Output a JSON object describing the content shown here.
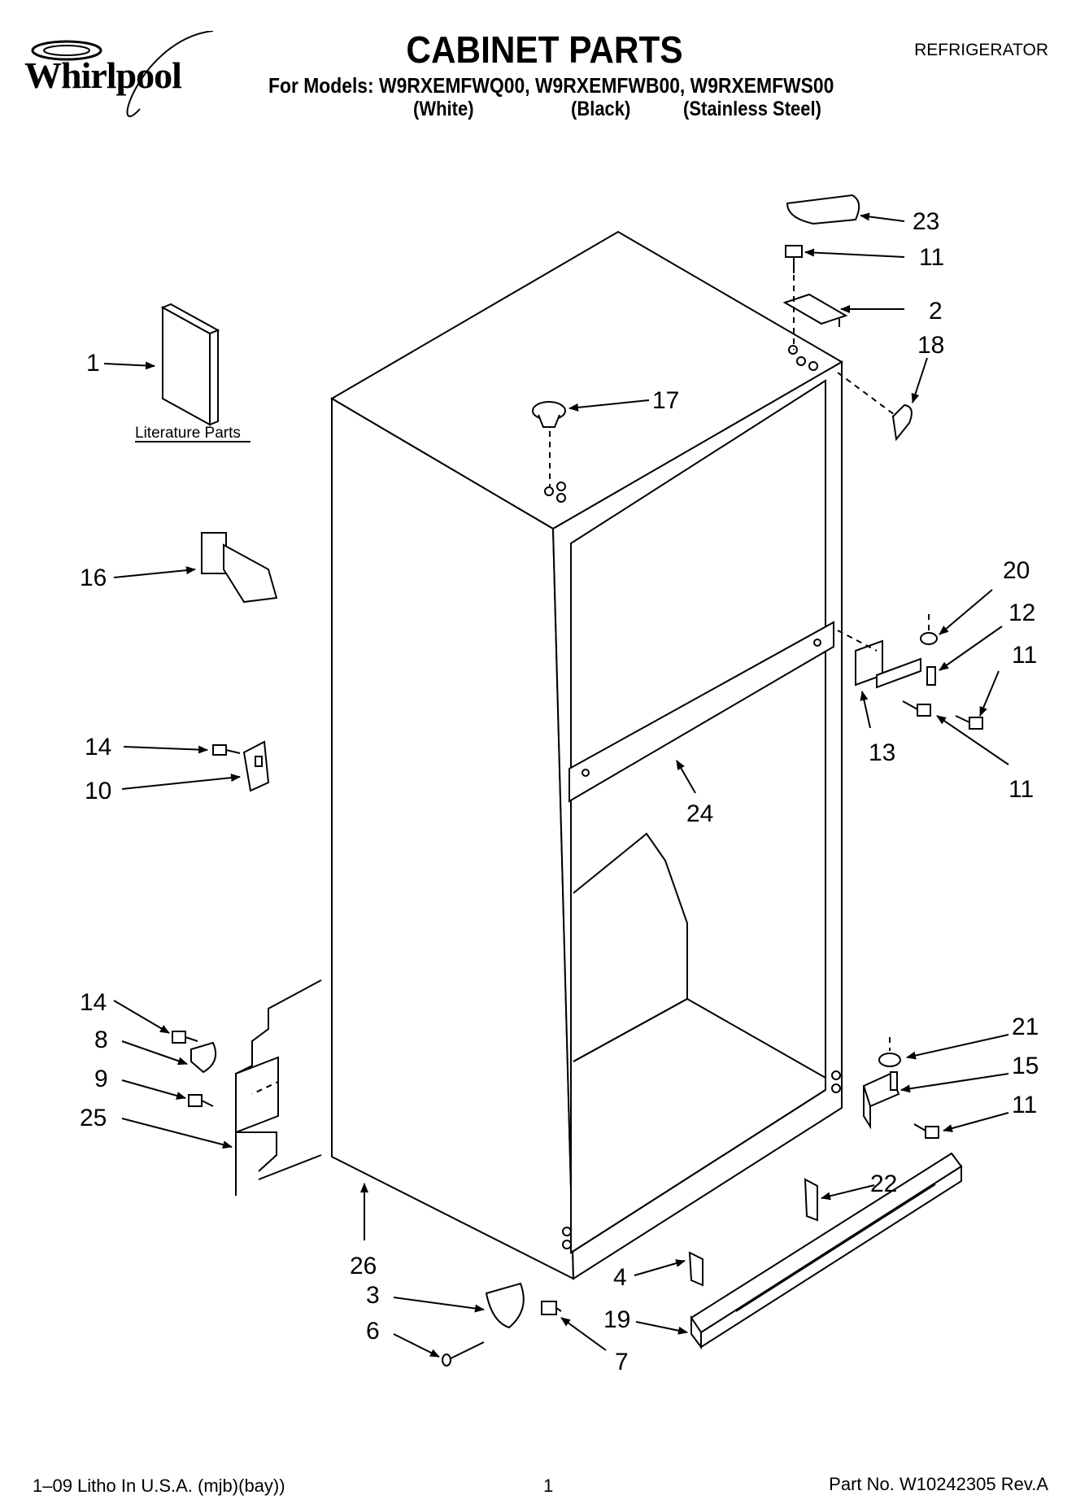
{
  "header": {
    "brand": "Whirlpool",
    "title": "CABINET PARTS",
    "category": "REFRIGERATOR",
    "models_line": "For Models: W9RXEMFWQ00, W9RXEMFWB00, W9RXEMFWS00",
    "finishes": [
      "(White)",
      "(Black)",
      "(Stainless Steel)"
    ]
  },
  "diagram": {
    "literature_label": "Literature Parts",
    "callouts": {
      "c1": "1",
      "c2": "2",
      "c3": "3",
      "c4": "4",
      "c6": "6",
      "c7": "7",
      "c8": "8",
      "c9": "9",
      "c10": "10",
      "c11a": "11",
      "c11b": "11",
      "c11c": "11",
      "c11d": "11",
      "c12": "12",
      "c13": "13",
      "c14a": "14",
      "c14b": "14",
      "c15": "15",
      "c16": "16",
      "c17": "17",
      "c18": "18",
      "c19": "19",
      "c20": "20",
      "c21": "21",
      "c22": "22",
      "c23": "23",
      "c24": "24",
      "c25": "25",
      "c26": "26"
    }
  },
  "footer": {
    "left": "1–09 Litho In U.S.A. (mjb)(bay))",
    "page": "1",
    "right": "Part No. W10242305 Rev.A"
  }
}
